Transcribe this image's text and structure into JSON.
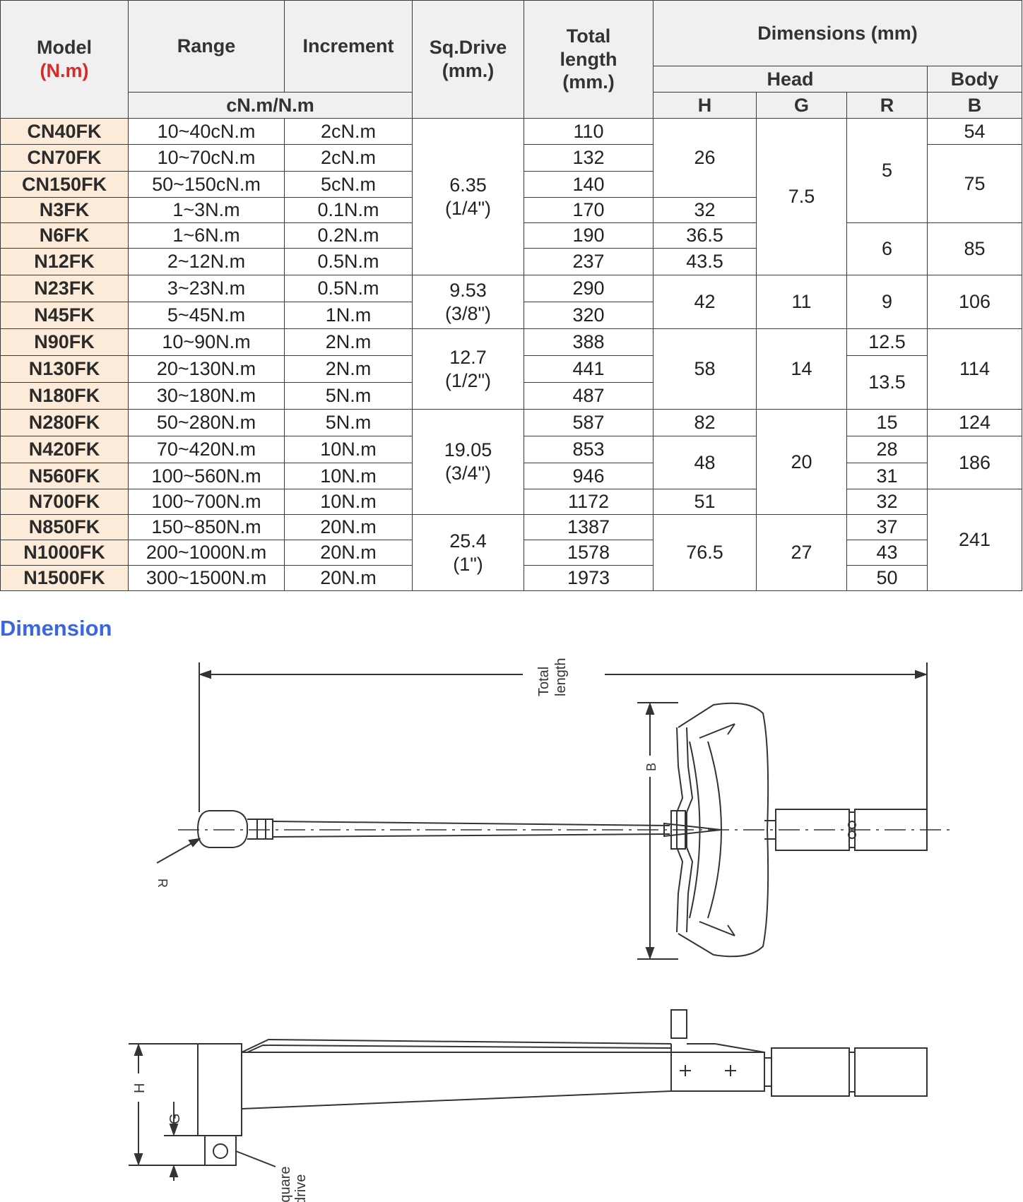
{
  "table": {
    "headers": {
      "model": "Model",
      "model_unit": "(N.m)",
      "range": "Range",
      "increment": "Increment",
      "range_unit": "cN.m/N.m",
      "sq_drive": "Sq.Drive",
      "sq_drive_unit": "(mm.)",
      "total_length": "Total length",
      "total_length_unit": "(mm.)",
      "dimensions": "Dimensions (mm)",
      "head": "Head",
      "body": "Body",
      "h": "H",
      "g": "G",
      "r": "R",
      "b": "B"
    },
    "rows": [
      {
        "model": "CN40FK",
        "range": "10~40cN.m",
        "increment": "2cN.m",
        "total_length": "110"
      },
      {
        "model": "CN70FK",
        "range": "10~70cN.m",
        "increment": "2cN.m",
        "total_length": "132"
      },
      {
        "model": "CN150FK",
        "range": "50~150cN.m",
        "increment": "5cN.m",
        "total_length": "140"
      },
      {
        "model": "N3FK",
        "range": "1~3N.m",
        "increment": "0.1N.m",
        "total_length": "170"
      },
      {
        "model": "N6FK",
        "range": "1~6N.m",
        "increment": "0.2N.m",
        "total_length": "190"
      },
      {
        "model": "N12FK",
        "range": "2~12N.m",
        "increment": "0.5N.m",
        "total_length": "237"
      },
      {
        "model": "N23FK",
        "range": "3~23N.m",
        "increment": "0.5N.m",
        "total_length": "290"
      },
      {
        "model": "N45FK",
        "range": "5~45N.m",
        "increment": "1N.m",
        "total_length": "320"
      },
      {
        "model": "N90FK",
        "range": "10~90N.m",
        "increment": "2N.m",
        "total_length": "388"
      },
      {
        "model": "N130FK",
        "range": "20~130N.m",
        "increment": "2N.m",
        "total_length": "441"
      },
      {
        "model": "N180FK",
        "range": "30~180N.m",
        "increment": "5N.m",
        "total_length": "487"
      },
      {
        "model": "N280FK",
        "range": "50~280N.m",
        "increment": "5N.m",
        "total_length": "587"
      },
      {
        "model": "N420FK",
        "range": "70~420N.m",
        "increment": "10N.m",
        "total_length": "853"
      },
      {
        "model": "N560FK",
        "range": "100~560N.m",
        "increment": "10N.m",
        "total_length": "946"
      },
      {
        "model": "N700FK",
        "range": "100~700N.m",
        "increment": "10N.m",
        "total_length": "1172"
      },
      {
        "model": "N850FK",
        "range": "150~850N.m",
        "increment": "20N.m",
        "total_length": "1387"
      },
      {
        "model": "N1000FK",
        "range": "200~1000N.m",
        "increment": "20N.m",
        "total_length": "1578"
      },
      {
        "model": "N1500FK",
        "range": "300~1500N.m",
        "increment": "20N.m",
        "total_length": "1973"
      }
    ],
    "sq_drive": [
      {
        "mm": "6.35",
        "inch": "(1/4\")"
      },
      {
        "mm": "9.53",
        "inch": "(3/8\")"
      },
      {
        "mm": "12.7",
        "inch": "(1/2\")"
      },
      {
        "mm": "19.05",
        "inch": "(3/4\")"
      },
      {
        "mm": "25.4",
        "inch": "(1\")"
      }
    ],
    "h_values": [
      "26",
      "32",
      "36.5",
      "43.5",
      "42",
      "58",
      "82",
      "48",
      "51",
      "76.5"
    ],
    "g_values": [
      "7.5",
      "11",
      "14",
      "20",
      "27"
    ],
    "r_values": [
      "5",
      "6",
      "9",
      "12.5",
      "13.5",
      "15",
      "28",
      "31",
      "32",
      "37",
      "43",
      "50"
    ],
    "b_values": [
      "54",
      "75",
      "85",
      "106",
      "114",
      "124",
      "186",
      "241"
    ]
  },
  "dimension_section": {
    "title": "Dimension",
    "label_total_length_1": "Total",
    "label_total_length_2": "length",
    "label_b": "B",
    "label_r": "R",
    "label_h": "H",
    "label_g": "G",
    "label_square_drive_1": "Square",
    "label_square_drive_2": "drive"
  }
}
